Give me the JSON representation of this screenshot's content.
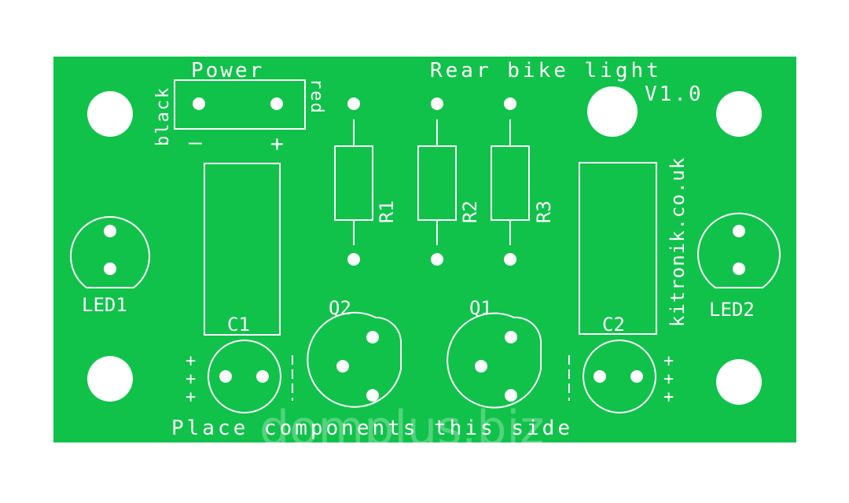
{
  "board": {
    "title": "Rear bike light",
    "version": "V1.0",
    "website": "kitronik.co.uk",
    "footer": "Place components this side",
    "colors": {
      "board": "#10c24a",
      "silkscreen": "#ffffff",
      "background": "#ffffff"
    }
  },
  "power": {
    "label": "Power",
    "left_wire": "black",
    "right_wire": "red",
    "minus": "–",
    "plus": "+"
  },
  "resistors": [
    "R1",
    "R2",
    "R3"
  ],
  "capacitors": {
    "c1": "C1",
    "c2": "C2"
  },
  "capacitor_marks": {
    "plus": "+",
    "minus": "|"
  },
  "transistors": {
    "q1": "Q1",
    "q2": "Q2"
  },
  "leds": {
    "led1": "LED1",
    "led2": "LED2"
  },
  "watermark": "domplus.biz"
}
